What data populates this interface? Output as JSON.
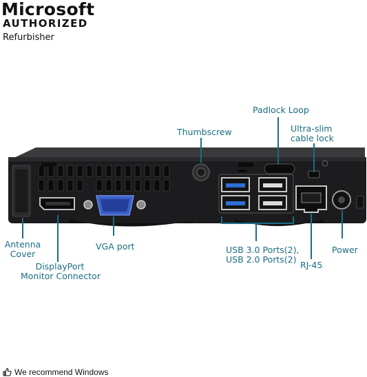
{
  "badge": {
    "line1": "Microsoft",
    "line2": "AUTHORIZED",
    "line3": "Refurbisher"
  },
  "callouts": {
    "padlock_loop": "Padlock Loop",
    "thumbscrew": "Thumbscrew",
    "ultra_slim_1": "Ultra-slim",
    "ultra_slim_2": "cable lock",
    "antenna_1": "Antenna",
    "antenna_2": "Cover",
    "displayport_1": "DisplayPort",
    "displayport_2": "Monitor Connector",
    "vga": "VGA port",
    "usb_1": "USB 3.0 Ports(2),",
    "usb_2": "USB 2.0 Ports(2)",
    "rj45": "RJ-45",
    "power": "Power"
  },
  "footer": {
    "text": "We recommend Windows"
  },
  "colors": {
    "callout": "#1b6d82",
    "chassis": "#1c1c1e",
    "usb3_blue": "#2a6fd6",
    "vga_blue": "#3b5fc9"
  },
  "icons": {
    "footer_icon": "thumbs-up-icon"
  }
}
